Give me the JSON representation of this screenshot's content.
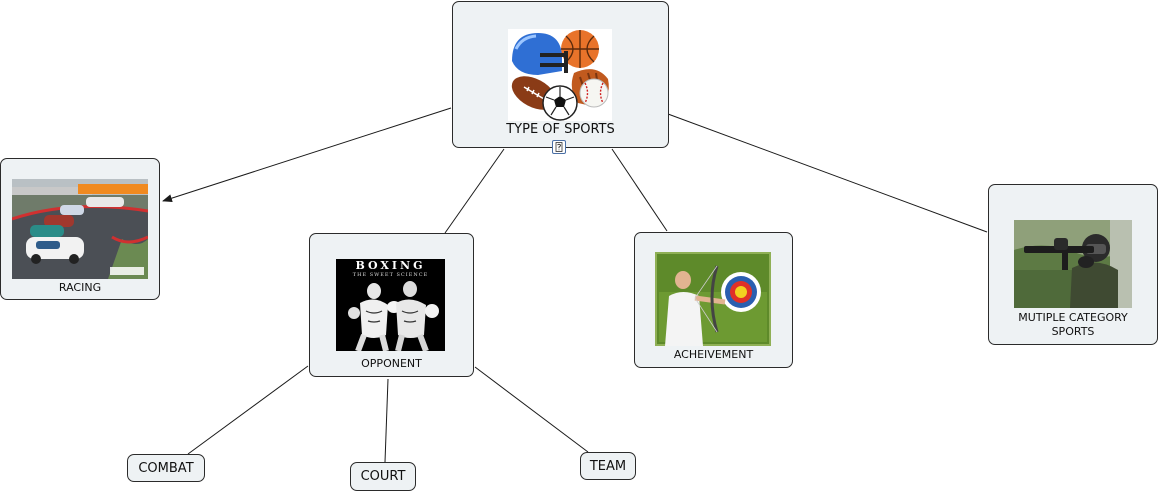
{
  "diagram": {
    "root": {
      "label": "TYPE OF SPORTS",
      "image": "sports-balls"
    },
    "categories": [
      {
        "label": "RACING",
        "image": "race-cars"
      },
      {
        "label": "OPPONENT",
        "image": "boxing-poster",
        "poster_title": "BOXING",
        "poster_subtitle": "THE SWEET SCIENCE"
      },
      {
        "label": "ACHEIVEMENT",
        "image": "archery-target"
      },
      {
        "label": "MUTIPLE CATEGORY SPORTS",
        "image": "paintball-player"
      }
    ],
    "subcategories": [
      {
        "label": "COMBAT"
      },
      {
        "label": "COURT"
      },
      {
        "label": "TEAM"
      }
    ],
    "edges": [
      {
        "from": "TYPE OF SPORTS",
        "to": "RACING",
        "arrow": true
      },
      {
        "from": "TYPE OF SPORTS",
        "to": "OPPONENT",
        "arrow": false
      },
      {
        "from": "TYPE OF SPORTS",
        "to": "ACHEIVEMENT",
        "arrow": false
      },
      {
        "from": "TYPE OF SPORTS",
        "to": "MUTIPLE CATEGORY SPORTS",
        "arrow": false
      },
      {
        "from": "OPPONENT",
        "to": "COMBAT",
        "arrow": false
      },
      {
        "from": "OPPONENT",
        "to": "COURT",
        "arrow": false
      },
      {
        "from": "OPPONENT",
        "to": "TEAM",
        "arrow": false
      }
    ],
    "attachment_icon": "document-icon",
    "colors": {
      "node_fill": "#eef2f4",
      "border": "#2b2b2b",
      "line": "#1a1a1a"
    }
  }
}
